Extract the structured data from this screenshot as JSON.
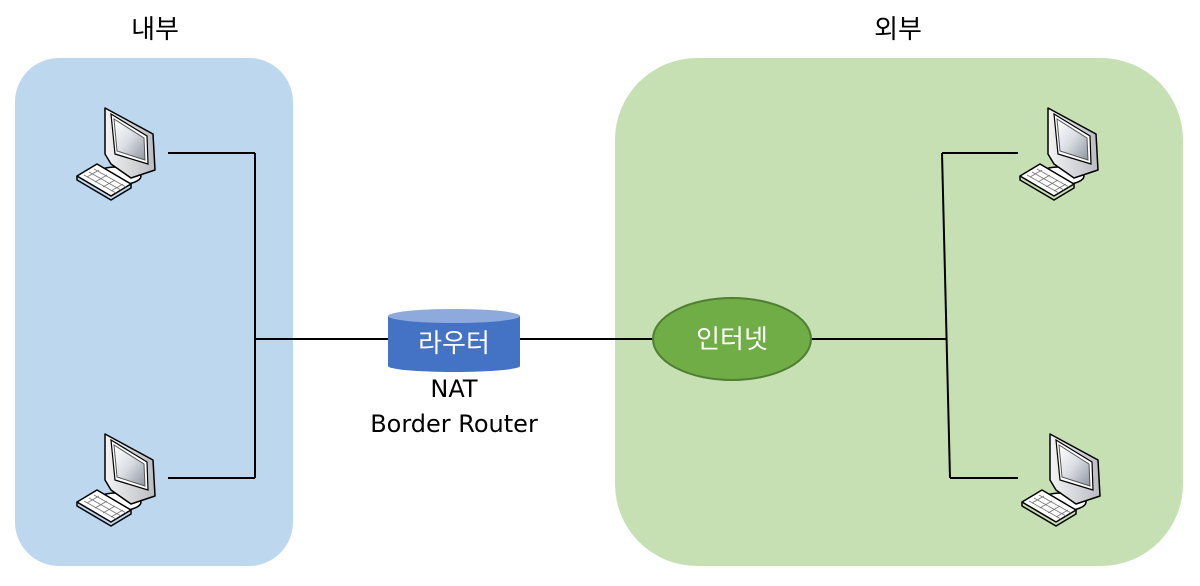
{
  "zones": {
    "internal": {
      "label": "내부",
      "fill": "#BDD7EE"
    },
    "external": {
      "label": "외부",
      "fill": "#C6E0B4"
    }
  },
  "router": {
    "label": "라우터",
    "caption_line1": "NAT",
    "caption_line2": "Border Router",
    "body_color": "#4472C4",
    "top_color": "#8EA9DB"
  },
  "internet": {
    "label": "인터넷",
    "fill": "#70AD47",
    "stroke": "#507E32"
  },
  "computers": {
    "icon": "desktop-computer-icon",
    "count_internal": 2,
    "count_external": 2
  }
}
